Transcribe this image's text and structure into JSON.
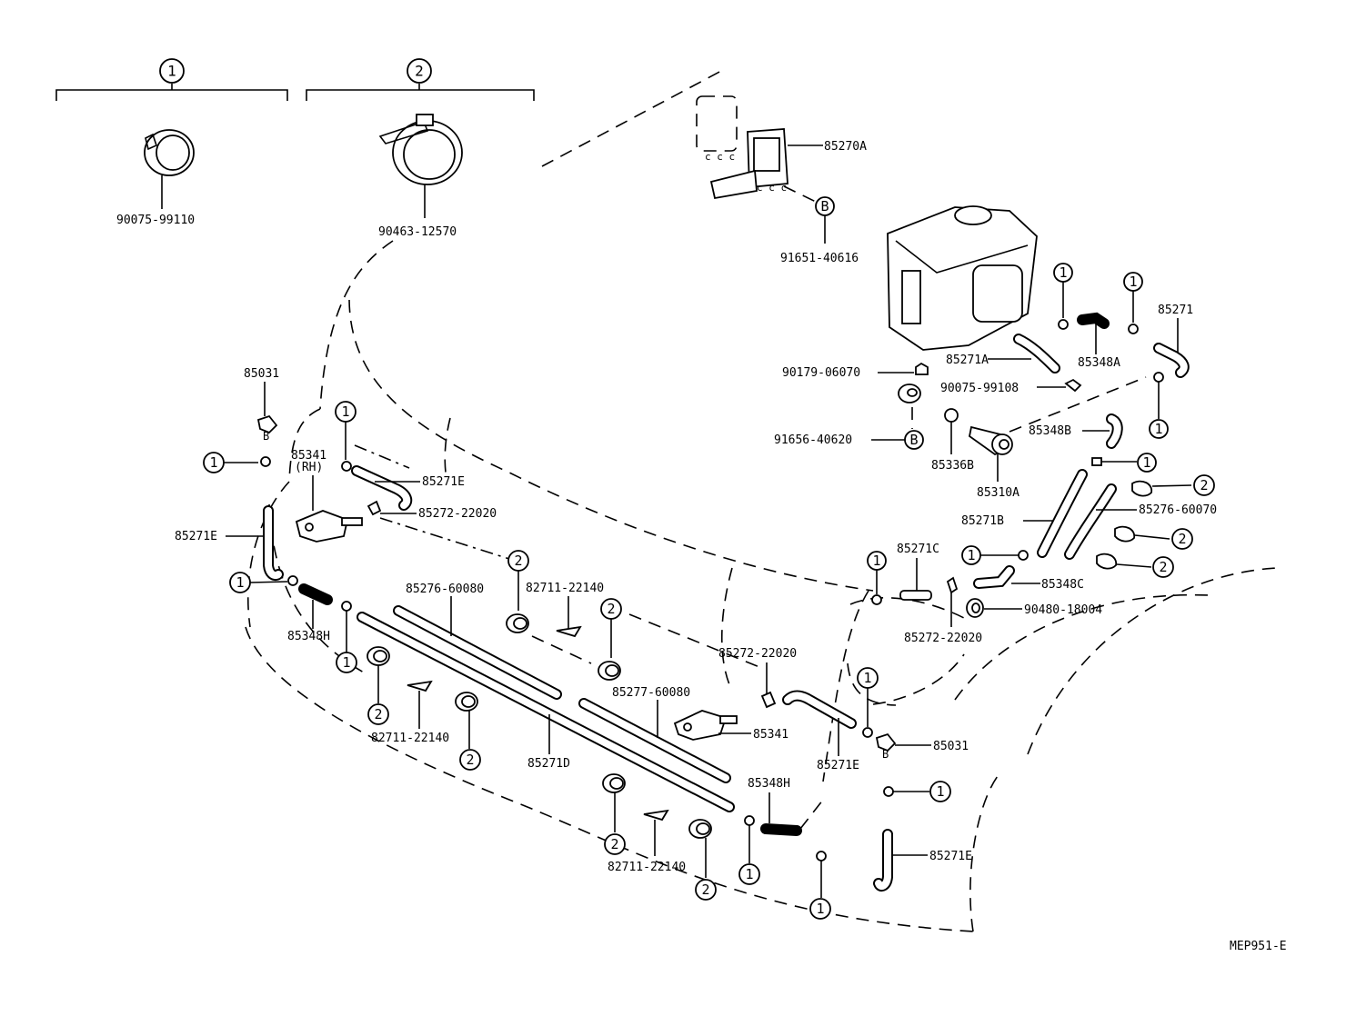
{
  "diagram_code": "MEP951-E",
  "groups": [
    {
      "symbol": "1",
      "part": "90075-99110"
    },
    {
      "symbol": "2",
      "part": "90463-12570"
    }
  ],
  "parts": {
    "p85270A": "85270A",
    "p91651": "91651-40616",
    "p85271": "85271",
    "p85271A": "85271A",
    "p85348A": "85348A",
    "p90179": "90179-06070",
    "p90075_108": "90075-99108",
    "p91656": "91656-40620",
    "p85336B": "85336B",
    "p85348B": "85348B",
    "p85310A": "85310A",
    "p85271B": "85271B",
    "p85276_70": "85276-60070",
    "p85271C": "85271C",
    "p85348C": "85348C",
    "p90480": "90480-18004",
    "p85272_r": "85272-22020",
    "p85031_l": "85031",
    "p85341_rh_1": "85341",
    "p85341_rh_2": "(RH)",
    "p85271E_1": "85271E",
    "p85272_l": "85272-22020",
    "p85271E_l": "85271E",
    "p85276_80": "85276-60080",
    "p82711_a": "82711-22140",
    "p85348H_l": "85348H",
    "p82711_b": "82711-22140",
    "p85271D": "85271D",
    "p85277": "85277-60080",
    "p85341": "85341",
    "p85272_c": "85272-22020",
    "p85271E_c": "85271E",
    "p85031_r": "85031",
    "p85348H_r": "85348H",
    "p82711_c": "82711-22140",
    "p85271E_r": "85271E"
  },
  "markers": {
    "one": "1",
    "two": "2",
    "b": "B"
  }
}
